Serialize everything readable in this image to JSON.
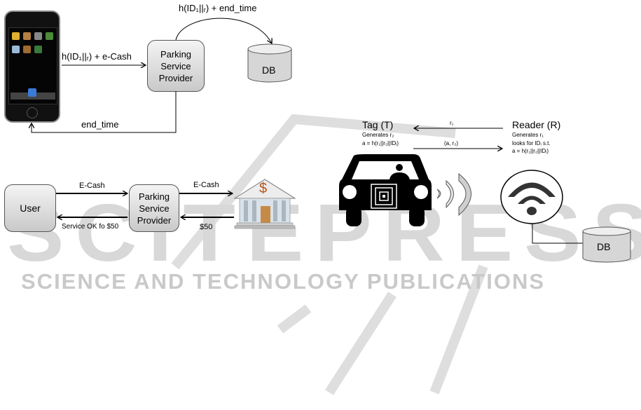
{
  "watermark": {
    "big": "SCITEPRESS",
    "small": "SCIENCE AND TECHNOLOGY PUBLICATIONS"
  },
  "diagram_top": {
    "phone_label": "smartphone",
    "psp": [
      "Parking",
      "Service",
      "Provider"
    ],
    "db": "DB",
    "msg_to_psp": "h(ID₁||ᵣ) + e-Cash",
    "msg_to_db": "h(ID₁||ᵣ) + end_time",
    "msg_back": "end_time"
  },
  "diagram_payment": {
    "user": "User",
    "psp": [
      "Parking",
      "Service",
      "Provider"
    ],
    "msg_user_to_psp": "E-Cash",
    "msg_psp_to_bank": "E-Cash",
    "msg_bank_to_psp": "$50",
    "msg_psp_to_user": "Service OK fo $50",
    "bank_symbol": "$"
  },
  "diagram_rfid": {
    "tag_title": "Tag (T)",
    "tag_line1": "Generates r₂",
    "tag_line2": "a = h(r₁||r₂||IDᵢ)",
    "reader_title": "Reader (R)",
    "reader_line1": "Generates r₁",
    "reader_line2": "looks for IDᵢ s.t.",
    "reader_line3": "a = h(r₁||r₂||IDᵢ)",
    "msg_reader_to_tag": "r₁",
    "msg_tag_to_reader": "(a, r₂)",
    "db": "DB"
  }
}
